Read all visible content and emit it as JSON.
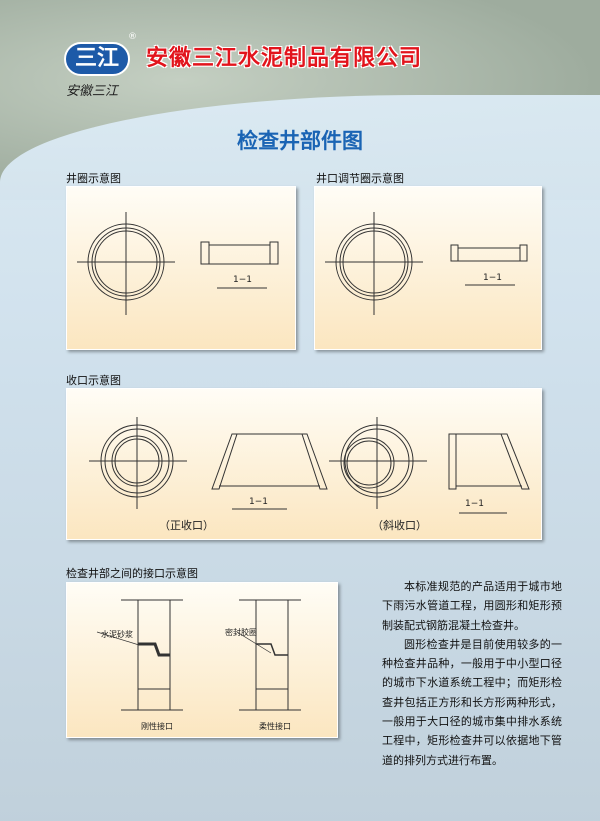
{
  "header": {
    "logo_text": "三江",
    "logo_signature": "安徽三江",
    "company": "安徽三江水泥制品有限公司"
  },
  "page_title": "检查井部件图",
  "sections": [
    {
      "heading": "井圈示意图",
      "section_label": "1−1"
    },
    {
      "heading": "井口调节圈示意图",
      "section_label": "1−1"
    },
    {
      "heading": "收口示意图",
      "section_label": "1−1",
      "captions": [
        "（正收口）",
        "（斜收口）"
      ]
    },
    {
      "heading": "检查井部之间的接口示意图",
      "labels": [
        "水泥砂浆",
        "密封胶圈"
      ],
      "captions": [
        "刚性接口",
        "柔性接口"
      ]
    }
  ],
  "description": [
    "本标准规范的产品适用于城市地下雨污水管道工程，用圆形和矩形预制装配式钢筋混凝土检查井。",
    "圆形检查井是目前使用较多的一种检查井品种，一般用于中小型口径的城市下水道系统工程中；而矩形检查井包括正方形和长方形两种形式，一般用于大口径的城市集中排水系统工程中，矩形检查井可以依据地下管道的排列方式进行布置。"
  ],
  "colors": {
    "title": "#1a64b4",
    "company": "#e2141c",
    "logo": "#1d5aa8"
  }
}
